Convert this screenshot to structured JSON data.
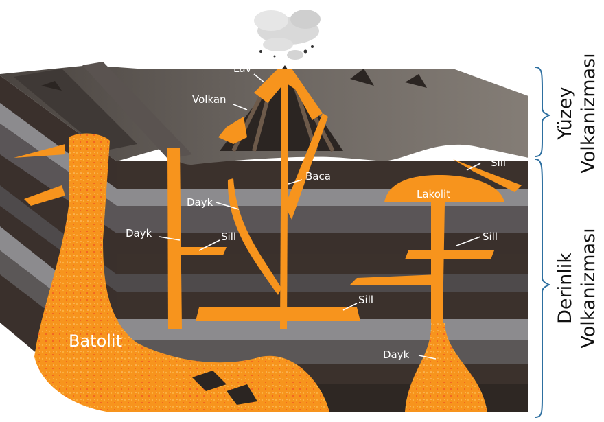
{
  "labels": {
    "lav": "Lav",
    "volkan": "Volkan",
    "baca": "Baca",
    "dayk_left": "Dayk",
    "dayk_mid": "Dayk",
    "dayk_bottom": "Dayk",
    "sill_left": "Sill",
    "sill_bottom": "Sill",
    "sill_top_right": "Sill",
    "sill_right": "Sill",
    "lakolit": "Lakolit",
    "batolit": "Batolit"
  },
  "side_labels": {
    "surface_line1": "Yüzey",
    "surface_line2": "Volkanizması",
    "deep_line1": "Derinlik",
    "deep_line2": "Volkanizması"
  },
  "colors": {
    "magma": "#f7941d",
    "magma_light": "#fbb040",
    "rock_dark": "#3a302c",
    "rock_gray": "#6d6e71",
    "brace": "#2d6fa0"
  }
}
